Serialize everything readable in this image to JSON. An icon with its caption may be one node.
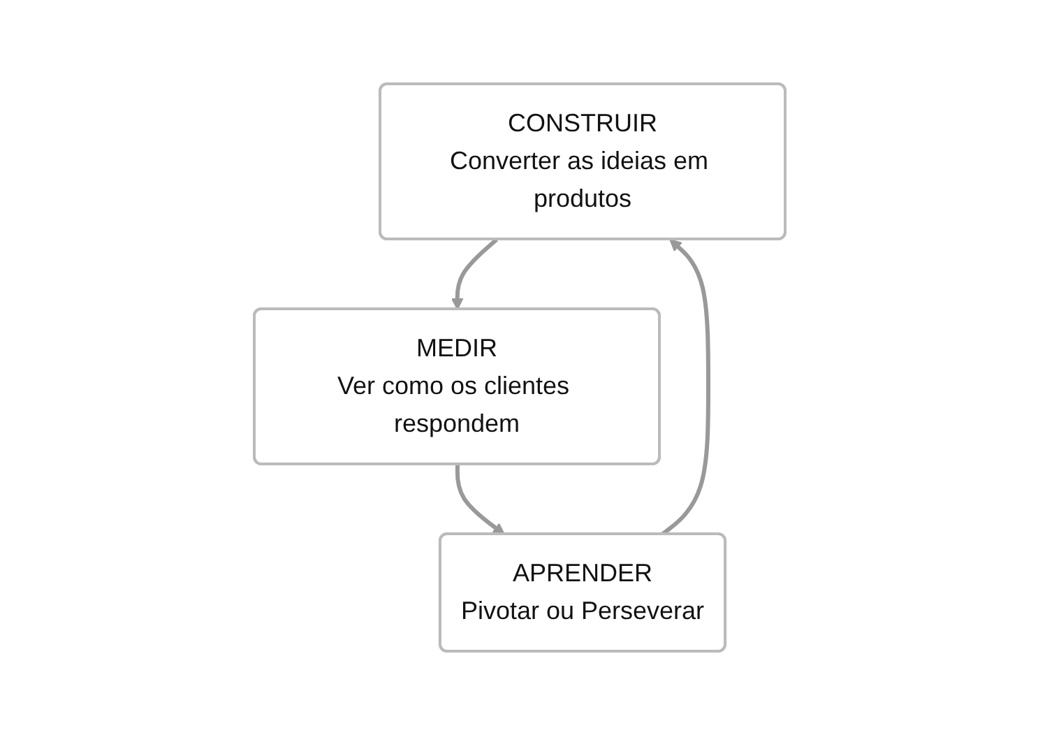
{
  "diagram": {
    "nodes": [
      {
        "text": [
          "CONSTRUIR",
          "Converter as ideias em produtos"
        ]
      },
      {
        "text": [
          "MEDIR",
          "Ver como os clientes respondem"
        ]
      },
      {
        "text": [
          "APRENDER",
          "Pivotar ou Perseverar"
        ]
      }
    ],
    "edges": [
      {
        "from": 0,
        "to": 1,
        "arrow": "to"
      },
      {
        "from": 1,
        "to": 2,
        "arrow": "to"
      },
      {
        "from": 2,
        "to": 0,
        "arrow": "to"
      }
    ]
  }
}
